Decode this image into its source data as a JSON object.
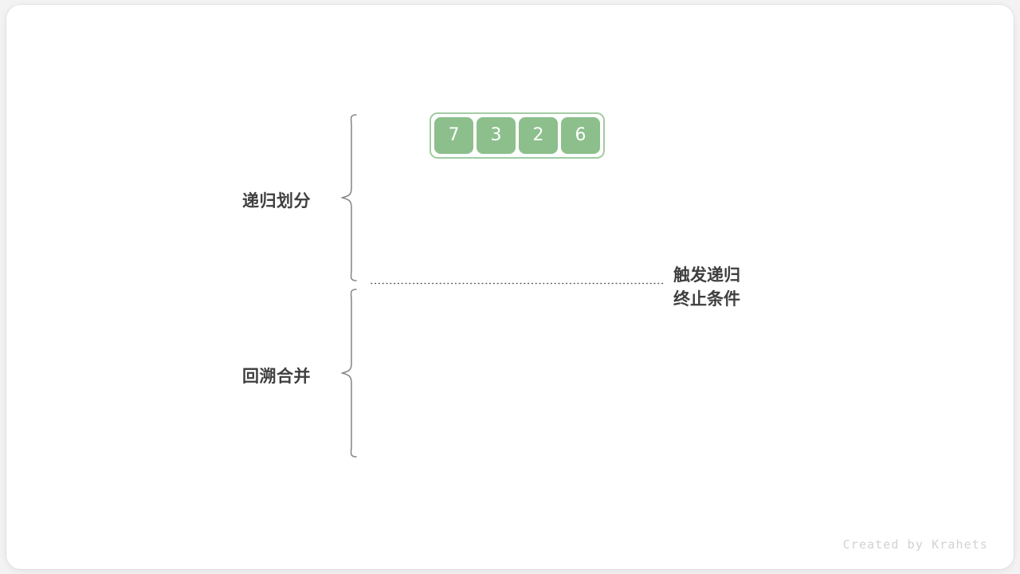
{
  "canvas": {
    "background_color": "#f3f3f3",
    "card_color": "#ffffff"
  },
  "array": {
    "name": "input-array",
    "cell_fill": "#8cbf8c",
    "cell_text_color": "#ffffff",
    "outer_border_color": "#a3cca3",
    "cells": [
      {
        "value": "7"
      },
      {
        "value": "3"
      },
      {
        "value": "2"
      },
      {
        "value": "6"
      }
    ]
  },
  "labels": {
    "divide": "递归划分",
    "merge": "回溯合并",
    "text_color": "#3f3f3f"
  },
  "annotation": {
    "line1": "触发递归",
    "line2": "终止条件",
    "divider_color": "#5a5a5a",
    "divider_style": "dotted"
  },
  "braces": {
    "color": "#8a8a8a",
    "upper": {
      "label_ref": "递归划分"
    },
    "lower": {
      "label_ref": "回溯合并"
    }
  },
  "credit": {
    "text": "Created by Krahets",
    "color": "#d2d2d2"
  }
}
